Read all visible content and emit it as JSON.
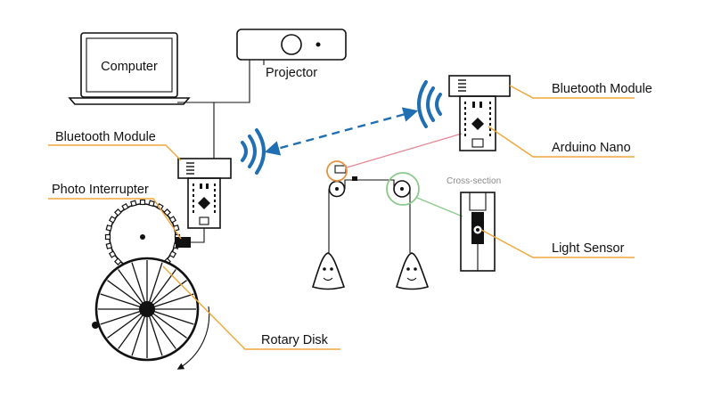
{
  "labels": {
    "computer": "Computer",
    "projector": "Projector",
    "bluetooth_module_left": "Bluetooth Module",
    "photo_interrupter": "Photo Interrupter",
    "rotary_disk": "Rotary Disk",
    "bluetooth_module_right": "Bluetooth Module",
    "arduino_nano": "Arduino Nano",
    "cross_section": "Cross-section",
    "light_sensor": "Light Sensor"
  },
  "colors": {
    "leader_line": "#f0a63a",
    "wireless_signal": "#1f6fb2",
    "link_arrow": "#1f6fb2",
    "highlight_pink": "#e58a96",
    "highlight_green": "#8cc98a",
    "highlight_orange": "#e49340"
  }
}
